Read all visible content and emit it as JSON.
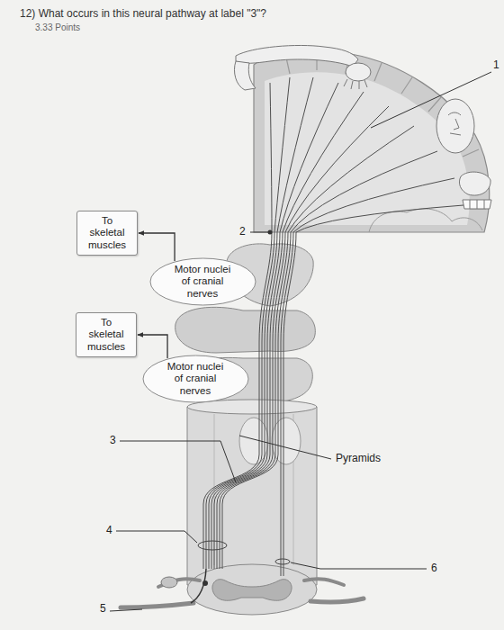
{
  "diagram": {
    "title": "12) What occurs in this neural pathway at label \"3\"?",
    "nodes": [
      {
        "text": [
          "To skeletal muscles"
        ]
      },
      {
        "text": [
          "Motor nuclei of cranial nerves"
        ]
      },
      {
        "text": [
          "To skeletal muscles"
        ]
      },
      {
        "text": [
          "Motor nuclei of cranial nerves"
        ]
      }
    ],
    "edges": [
      {
        "from": 1,
        "to": 0,
        "arrow": "to"
      },
      {
        "from": 3,
        "to": 2,
        "arrow": "to"
      }
    ],
    "labels": [
      "3.33 Points",
      "1",
      "2",
      "3",
      "Pyramids",
      "4",
      "6",
      "5"
    ]
  }
}
